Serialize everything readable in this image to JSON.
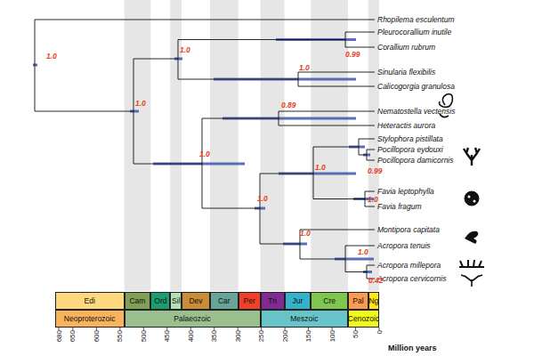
{
  "diagram": {
    "nodes": [
      {
        "text": [
          "Edi"
        ]
      },
      {
        "text": [
          "Cam"
        ]
      },
      {
        "text": [
          "Ord"
        ]
      },
      {
        "text": [
          "Sil"
        ]
      },
      {
        "text": [
          "Dev"
        ]
      },
      {
        "text": [
          "Car"
        ]
      },
      {
        "text": [
          "Per"
        ]
      },
      {
        "text": [
          "Tri"
        ]
      },
      {
        "text": [
          "Jur"
        ]
      },
      {
        "text": [
          "Cre"
        ]
      },
      {
        "text": [
          "Pal"
        ]
      },
      {
        "text": [
          "Ng"
        ]
      },
      {
        "text": [
          "Neoproterozoic"
        ]
      },
      {
        "text": [
          "Palaeozoic"
        ]
      },
      {
        "text": [
          "Meszoic"
        ]
      },
      {
        "text": [
          "Cenozoic"
        ]
      }
    ],
    "labels": [
      "Rhopilema esculentum",
      "Pleurocorallium inutile",
      "Corallium rubrum",
      "Sinularia flexibilis",
      "Calicogorgia granulosa",
      "Nematostella vectensis",
      "Heteractis aurora",
      "Stylophora pistillata",
      "Pocillopora eydouxi",
      "Pocillopora damicornis",
      "Favia leptophylla",
      "Favia fragum",
      "Montipora capitata",
      "Acropora tenuis",
      "Acropora millepora",
      "Acropora cervicornis",
      "1.0",
      "1.0",
      "0.99",
      "1.0",
      "1.0",
      "0.89",
      "1.0",
      "0.99",
      "1.0",
      "1.0",
      "1.0",
      "1.0",
      "1.0",
      "0.42",
      "680",
      "650",
      "600",
      "550",
      "500",
      "450",
      "400",
      "350",
      "300",
      "250",
      "200",
      "150",
      "100",
      "50",
      "0",
      "Million years"
    ]
  }
}
